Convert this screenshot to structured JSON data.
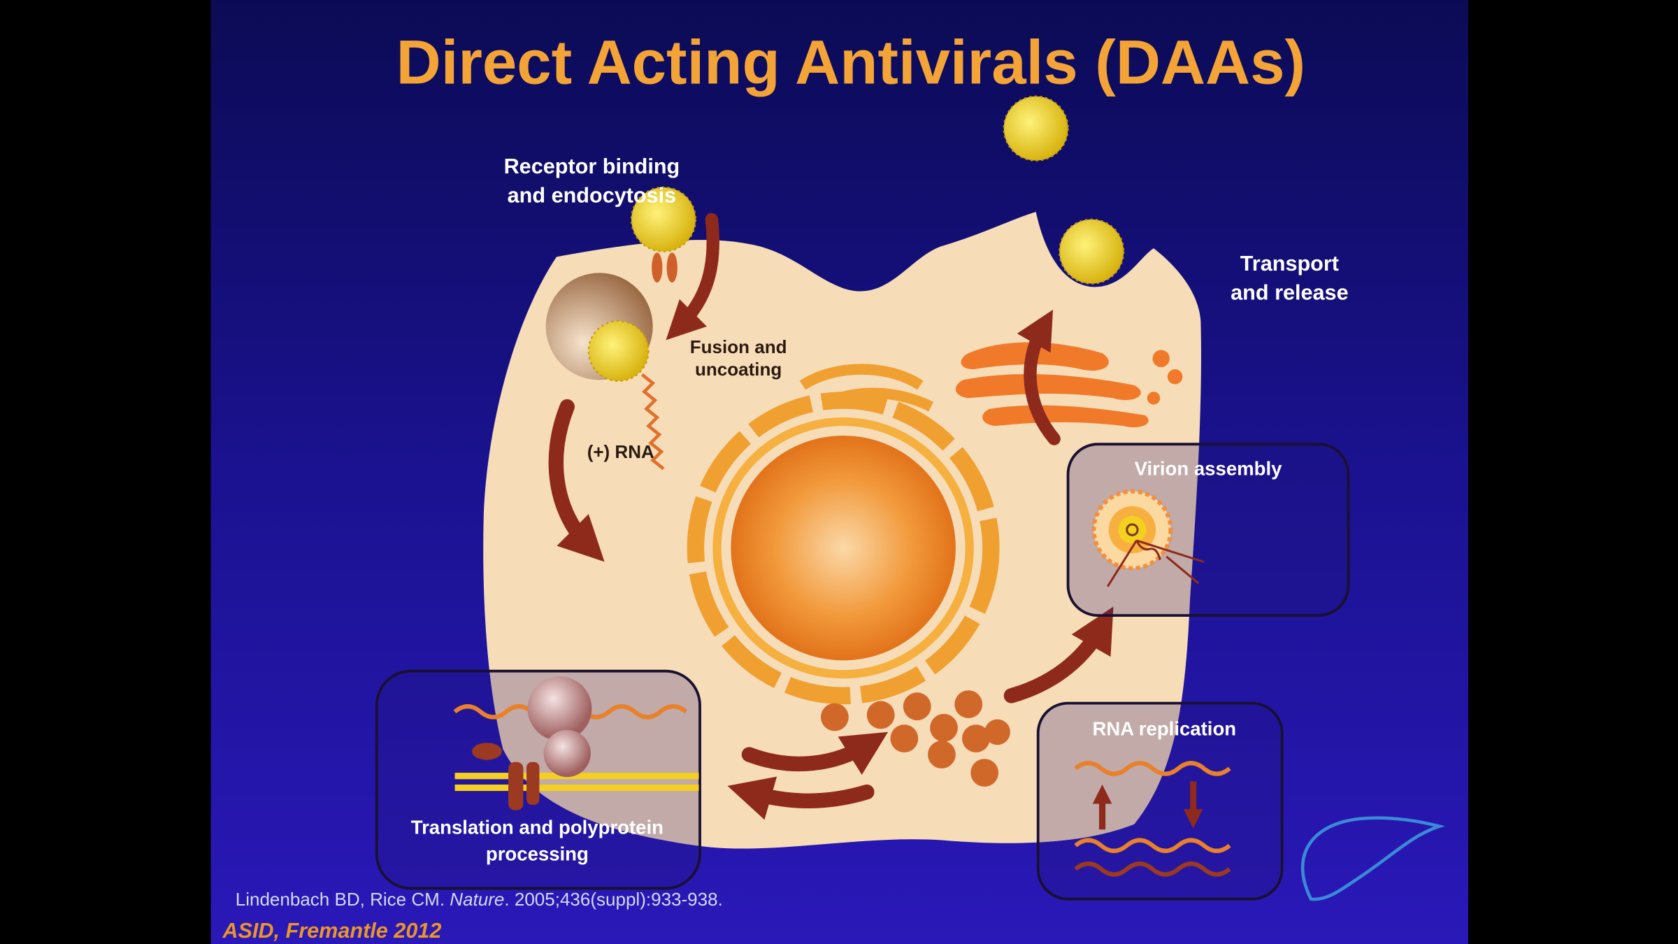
{
  "slide": {
    "title": "Direct Acting Antivirals (DAAs)",
    "labels": {
      "receptor_binding_1": "Receptor binding",
      "receptor_binding_2": "and endocytosis",
      "transport_1": "Transport",
      "transport_2": "and release",
      "fusion_1": "Fusion and",
      "fusion_2": "uncoating",
      "rna_positive": "(+) RNA",
      "virion_assembly": "Virion assembly",
      "rna_replication": "RNA replication",
      "translation_1": "Translation and polyprotein",
      "translation_2": "processing"
    },
    "citation": {
      "authors": "Lindenbach BD, Rice CM.",
      "journal": "Nature",
      "details": ". 2005;436(suppl):933-938."
    },
    "footer": "ASID, Fremantle 2012",
    "colors": {
      "title": "#f4a437",
      "background_top": "#0b0b55",
      "background_bottom": "#2a18b8",
      "cell": "#f7dcb8",
      "arrow": "#8e2a1c",
      "virus": "#f2d21e"
    }
  }
}
